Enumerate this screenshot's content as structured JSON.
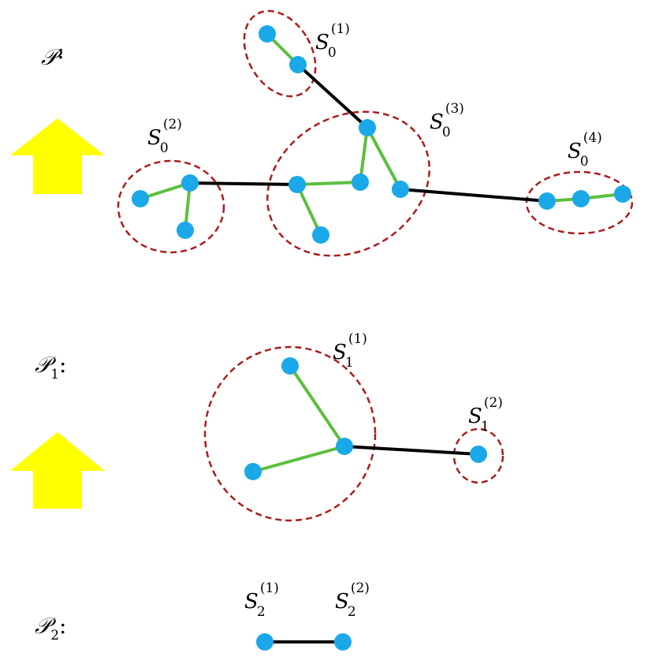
{
  "colors": {
    "node": "#1ba8e8",
    "intra_edge": "#5cbf3e",
    "inter_edge": "#000000",
    "cluster": "#aa1d1d",
    "arrow": "#ffff00"
  },
  "levels": [
    {
      "label": {
        "base": "𝒫",
        "sub": "",
        "suffix": ":"
      },
      "clusters": [
        {
          "label": {
            "base": "S",
            "sub": "0",
            "sup": "(1)"
          }
        },
        {
          "label": {
            "base": "S",
            "sub": "0",
            "sup": "(2)"
          }
        },
        {
          "label": {
            "base": "S",
            "sub": "0",
            "sup": "(3)"
          }
        },
        {
          "label": {
            "base": "S",
            "sub": "0",
            "sup": "(4)"
          }
        }
      ]
    },
    {
      "label": {
        "base": "𝒫",
        "sub": "1",
        "suffix": ":"
      },
      "clusters": [
        {
          "label": {
            "base": "S",
            "sub": "1",
            "sup": "(1)"
          }
        },
        {
          "label": {
            "base": "S",
            "sub": "1",
            "sup": "(2)"
          }
        }
      ]
    },
    {
      "label": {
        "base": "𝒫",
        "sub": "2",
        "suffix": ":"
      },
      "clusters": [
        {
          "label": {
            "base": "S",
            "sub": "2",
            "sup": "(1)"
          }
        },
        {
          "label": {
            "base": "S",
            "sub": "2",
            "sup": "(2)"
          }
        }
      ]
    }
  ]
}
